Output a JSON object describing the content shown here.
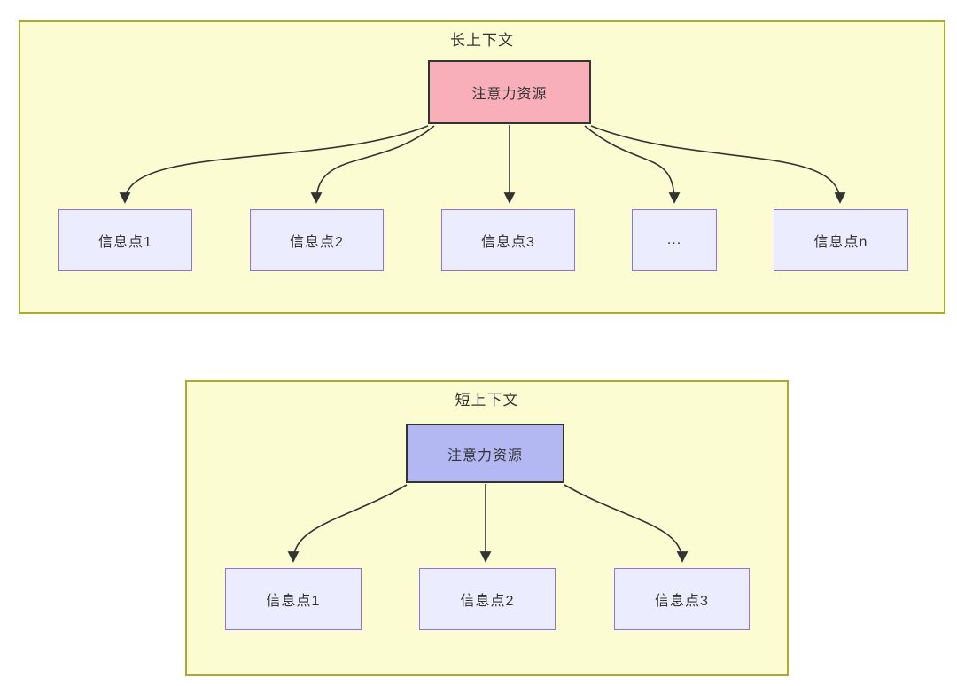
{
  "colors": {
    "page_bg": "#ffffff",
    "container_fill": "#fcfcd3",
    "container_border": "#aaaa33",
    "node_fill": "#ececff",
    "node_border": "#9370db",
    "attention_long_fill": "#f9afb9",
    "attention_short_fill": "#b3b7f2",
    "attention_border": "#333333",
    "edge_color": "#333333",
    "text_color": "#333333"
  },
  "long_context": {
    "title": "长上下文",
    "attention_label": "注意力资源",
    "info_points": [
      {
        "label": "信息点1"
      },
      {
        "label": "信息点2"
      },
      {
        "label": "信息点3"
      },
      {
        "label": "..."
      },
      {
        "label": "信息点n"
      }
    ],
    "edges": [
      {
        "from": "注意力资源",
        "to": "信息点1"
      },
      {
        "from": "注意力资源",
        "to": "信息点2"
      },
      {
        "from": "注意力资源",
        "to": "信息点3"
      },
      {
        "from": "注意力资源",
        "to": "..."
      },
      {
        "from": "注意力资源",
        "to": "信息点n"
      }
    ]
  },
  "short_context": {
    "title": "短上下文",
    "attention_label": "注意力资源",
    "info_points": [
      {
        "label": "信息点1"
      },
      {
        "label": "信息点2"
      },
      {
        "label": "信息点3"
      }
    ],
    "edges": [
      {
        "from": "注意力资源",
        "to": "信息点1"
      },
      {
        "from": "注意力资源",
        "to": "信息点2"
      },
      {
        "from": "注意力资源",
        "to": "信息点3"
      }
    ]
  }
}
